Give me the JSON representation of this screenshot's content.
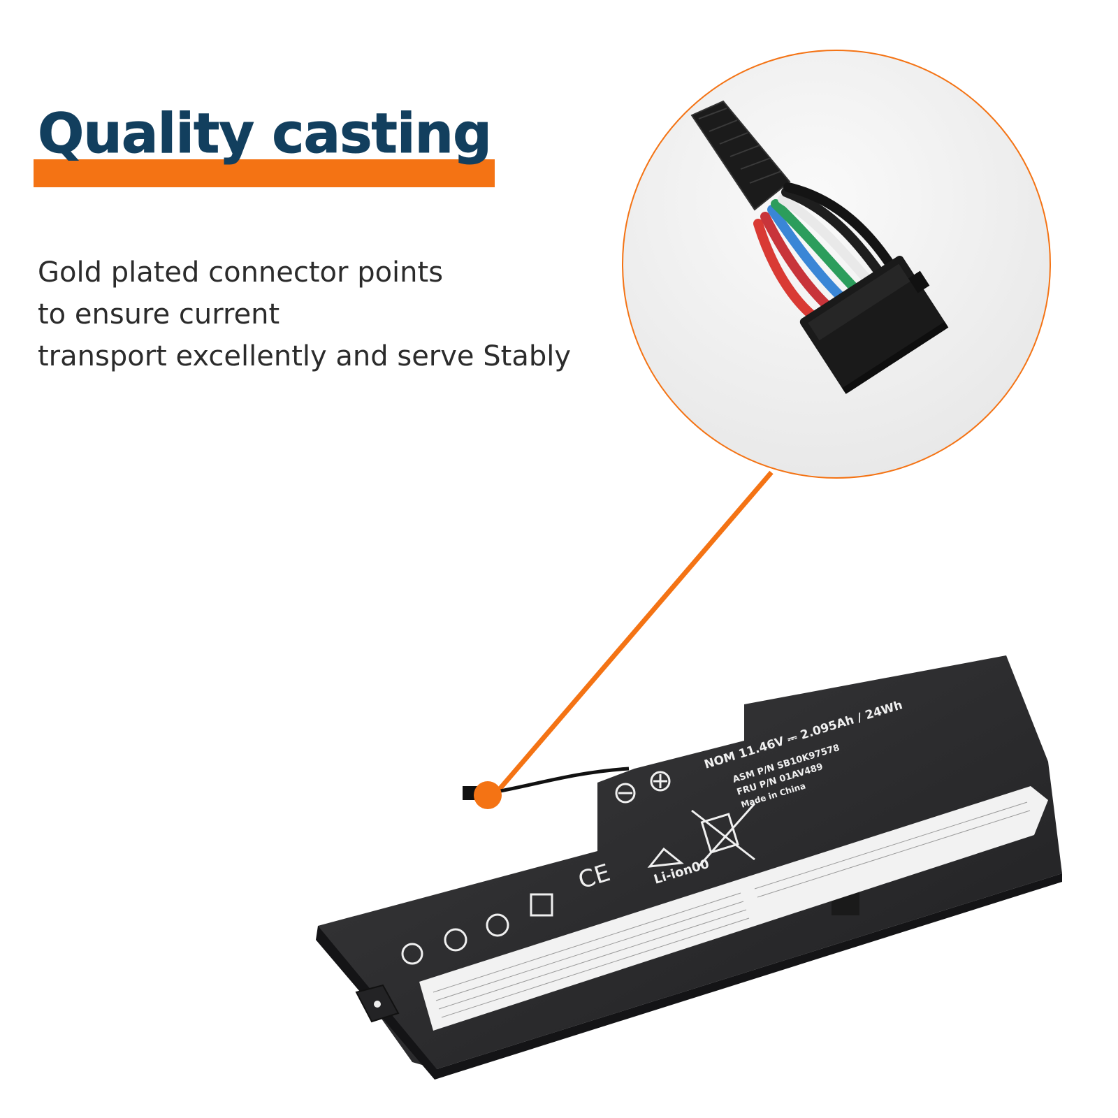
{
  "headline": "Quality casting",
  "description": {
    "lines": [
      "Gold plated connector points",
      "to ensure current",
      "transport excellently and serve Stably"
    ]
  },
  "battery_label": {
    "nom": "NOM 11.46V ⎓ 2.095Ah / 24Wh",
    "asm_pn": "ASM P/N  SB10K97578",
    "fru_pn": "FRU P/N  01AV489",
    "made_in": "Made in China",
    "chem": "Li-ion00"
  },
  "colors": {
    "accent": "#f47314",
    "headline": "#123f5e",
    "text": "#2b2b2b",
    "battery": "#2d2d2f"
  }
}
